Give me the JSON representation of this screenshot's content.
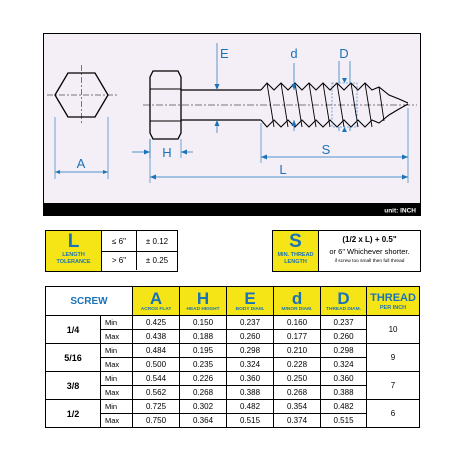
{
  "drawing": {
    "labels": {
      "E": "E",
      "d": "d",
      "D": "D",
      "H": "H",
      "S": "S",
      "A": "A",
      "L": "L"
    },
    "unit_note": "unit: INCH"
  },
  "length_tolerance": {
    "letter": "L",
    "caption_line1": "LENGTH",
    "caption_line2": "TOLERANCE",
    "rows": [
      {
        "condition": "≤ 6\"",
        "value": "± 0.12"
      },
      {
        "condition": "> 6\"",
        "value": "± 0.25"
      }
    ]
  },
  "min_thread_length": {
    "letter": "S",
    "caption_line1": "MIN. THREAD",
    "caption_line2": "LENGTH",
    "formula": "(1/2 x L) + 0.5\"",
    "alternative": "or 6\" Whichever shorter.",
    "note": "if screw too small then full thread"
  },
  "table": {
    "screw_header": "SCREW",
    "columns": [
      {
        "letter": "A",
        "caption": "ACROS FLAT"
      },
      {
        "letter": "H",
        "caption": "HEAD HEIGHT"
      },
      {
        "letter": "E",
        "caption": "BODY DIAM."
      },
      {
        "letter": "d",
        "caption": "MINOR DIAM."
      },
      {
        "letter": "D",
        "caption": "THREAD DIAM."
      }
    ],
    "thread_header": "THREAD",
    "thread_caption": "PER INCH",
    "rows": [
      {
        "size": "1/4",
        "tpi": "10",
        "min": [
          "0.425",
          "0.150",
          "0.237",
          "0.160",
          "0.237"
        ],
        "max": [
          "0.438",
          "0.188",
          "0.260",
          "0.177",
          "0.260"
        ]
      },
      {
        "size": "5/16",
        "tpi": "9",
        "min": [
          "0.484",
          "0.195",
          "0.298",
          "0.210",
          "0.298"
        ],
        "max": [
          "0.500",
          "0.235",
          "0.324",
          "0.228",
          "0.324"
        ]
      },
      {
        "size": "3/8",
        "tpi": "7",
        "min": [
          "0.544",
          "0.226",
          "0.360",
          "0.250",
          "0.360"
        ],
        "max": [
          "0.562",
          "0.268",
          "0.388",
          "0.268",
          "0.388"
        ]
      },
      {
        "size": "1/2",
        "tpi": "6",
        "min": [
          "0.725",
          "0.302",
          "0.482",
          "0.354",
          "0.482"
        ],
        "max": [
          "0.750",
          "0.364",
          "0.515",
          "0.374",
          "0.515"
        ]
      }
    ],
    "min_label": "Min",
    "max_label": "Max"
  },
  "colors": {
    "accent_yellow": "#f5e516",
    "label_blue": "#1a73b8",
    "dimension_blue": "#1a73b8",
    "drawing_bg": "#f4eef6"
  }
}
